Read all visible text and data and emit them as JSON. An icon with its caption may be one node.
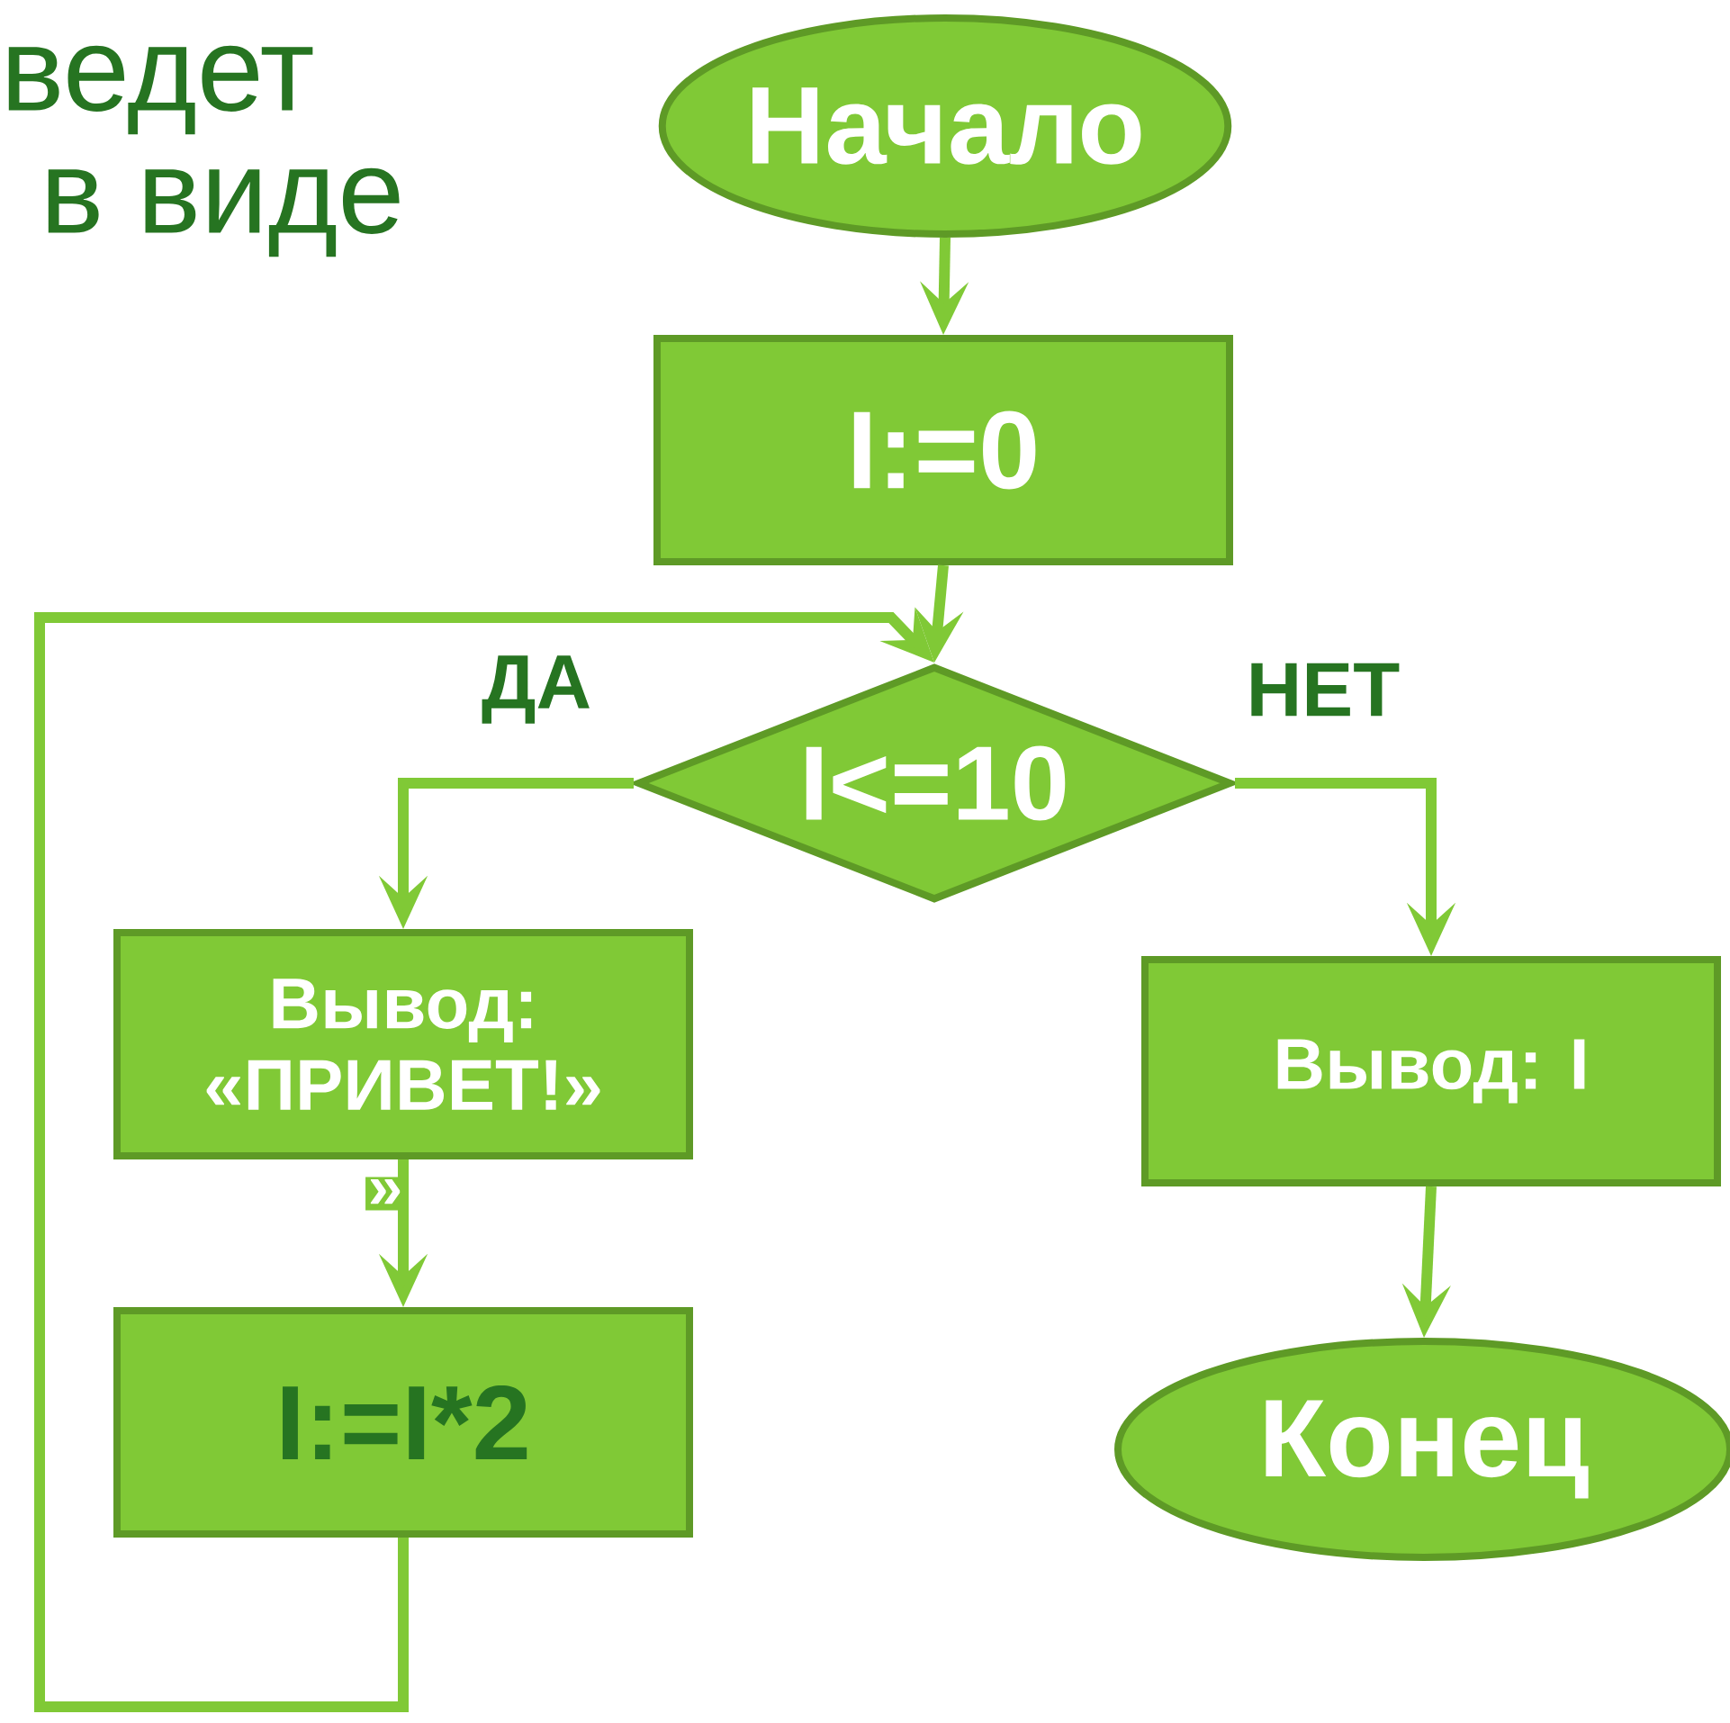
{
  "diagram": {
    "nodes": [
      {
        "text": [
          "Начало"
        ]
      },
      {
        "text": [
          "I:=0"
        ]
      },
      {
        "text": [
          "I<=10"
        ]
      },
      {
        "text": [
          "Вывод: «ПРИВЕТ!»"
        ]
      },
      {
        "text": [
          "I:=I*2"
        ]
      },
      {
        "text": [
          "Вывод: I"
        ]
      },
      {
        "text": [
          "Конец"
        ]
      }
    ],
    "edges": [
      {
        "from": 0,
        "to": 1,
        "arrow": "to"
      },
      {
        "from": 1,
        "to": 2,
        "arrow": "to"
      },
      {
        "from": 2,
        "to": 3,
        "arrow": "to",
        "label": "ДА"
      },
      {
        "from": 2,
        "to": 5,
        "arrow": "to",
        "label": "НЕТ"
      },
      {
        "from": 3,
        "to": 4,
        "arrow": "to"
      },
      {
        "from": 4,
        "to": 2,
        "arrow": "to"
      },
      {
        "from": 5,
        "to": 6,
        "arrow": "to"
      }
    ],
    "labels": [
      "ведет",
      "в виде",
      "»"
    ]
  }
}
